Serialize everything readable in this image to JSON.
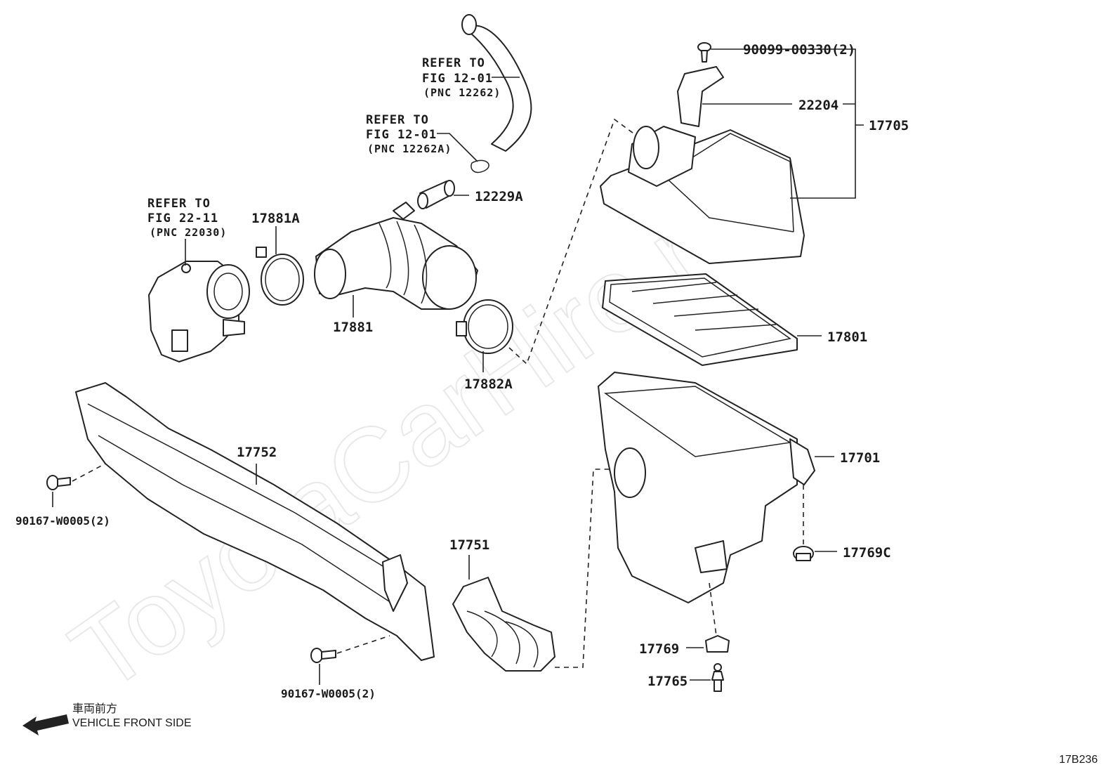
{
  "watermark": "ToyotaCarHire.ru",
  "refs": [
    {
      "line1": "REFER TO",
      "line2": "FIG 12-01",
      "line3": "(PNC 12262)"
    },
    {
      "line1": "REFER TO",
      "line2": "FIG 12-01",
      "line3": "(PNC 12262A)"
    },
    {
      "line1": "REFER TO",
      "line2": "FIG 22-11",
      "line3": "(PNC 22030)"
    }
  ],
  "parts": {
    "p90099": "90099-00330(2)",
    "p22204": "22204",
    "p17705": "17705",
    "p12229A": "12229A",
    "p17881A": "17881A",
    "p17881": "17881",
    "p17882A": "17882A",
    "p17801": "17801",
    "p17752": "17752",
    "p17701": "17701",
    "p90167a": "90167-W0005(2)",
    "p17751": "17751",
    "p17769C": "17769C",
    "p17769": "17769",
    "p17765": "17765",
    "p90167b": "90167-W0005(2)"
  },
  "front": {
    "jp": "車両前方",
    "en": "VEHICLE FRONT SIDE"
  },
  "figure_code": "17B236"
}
